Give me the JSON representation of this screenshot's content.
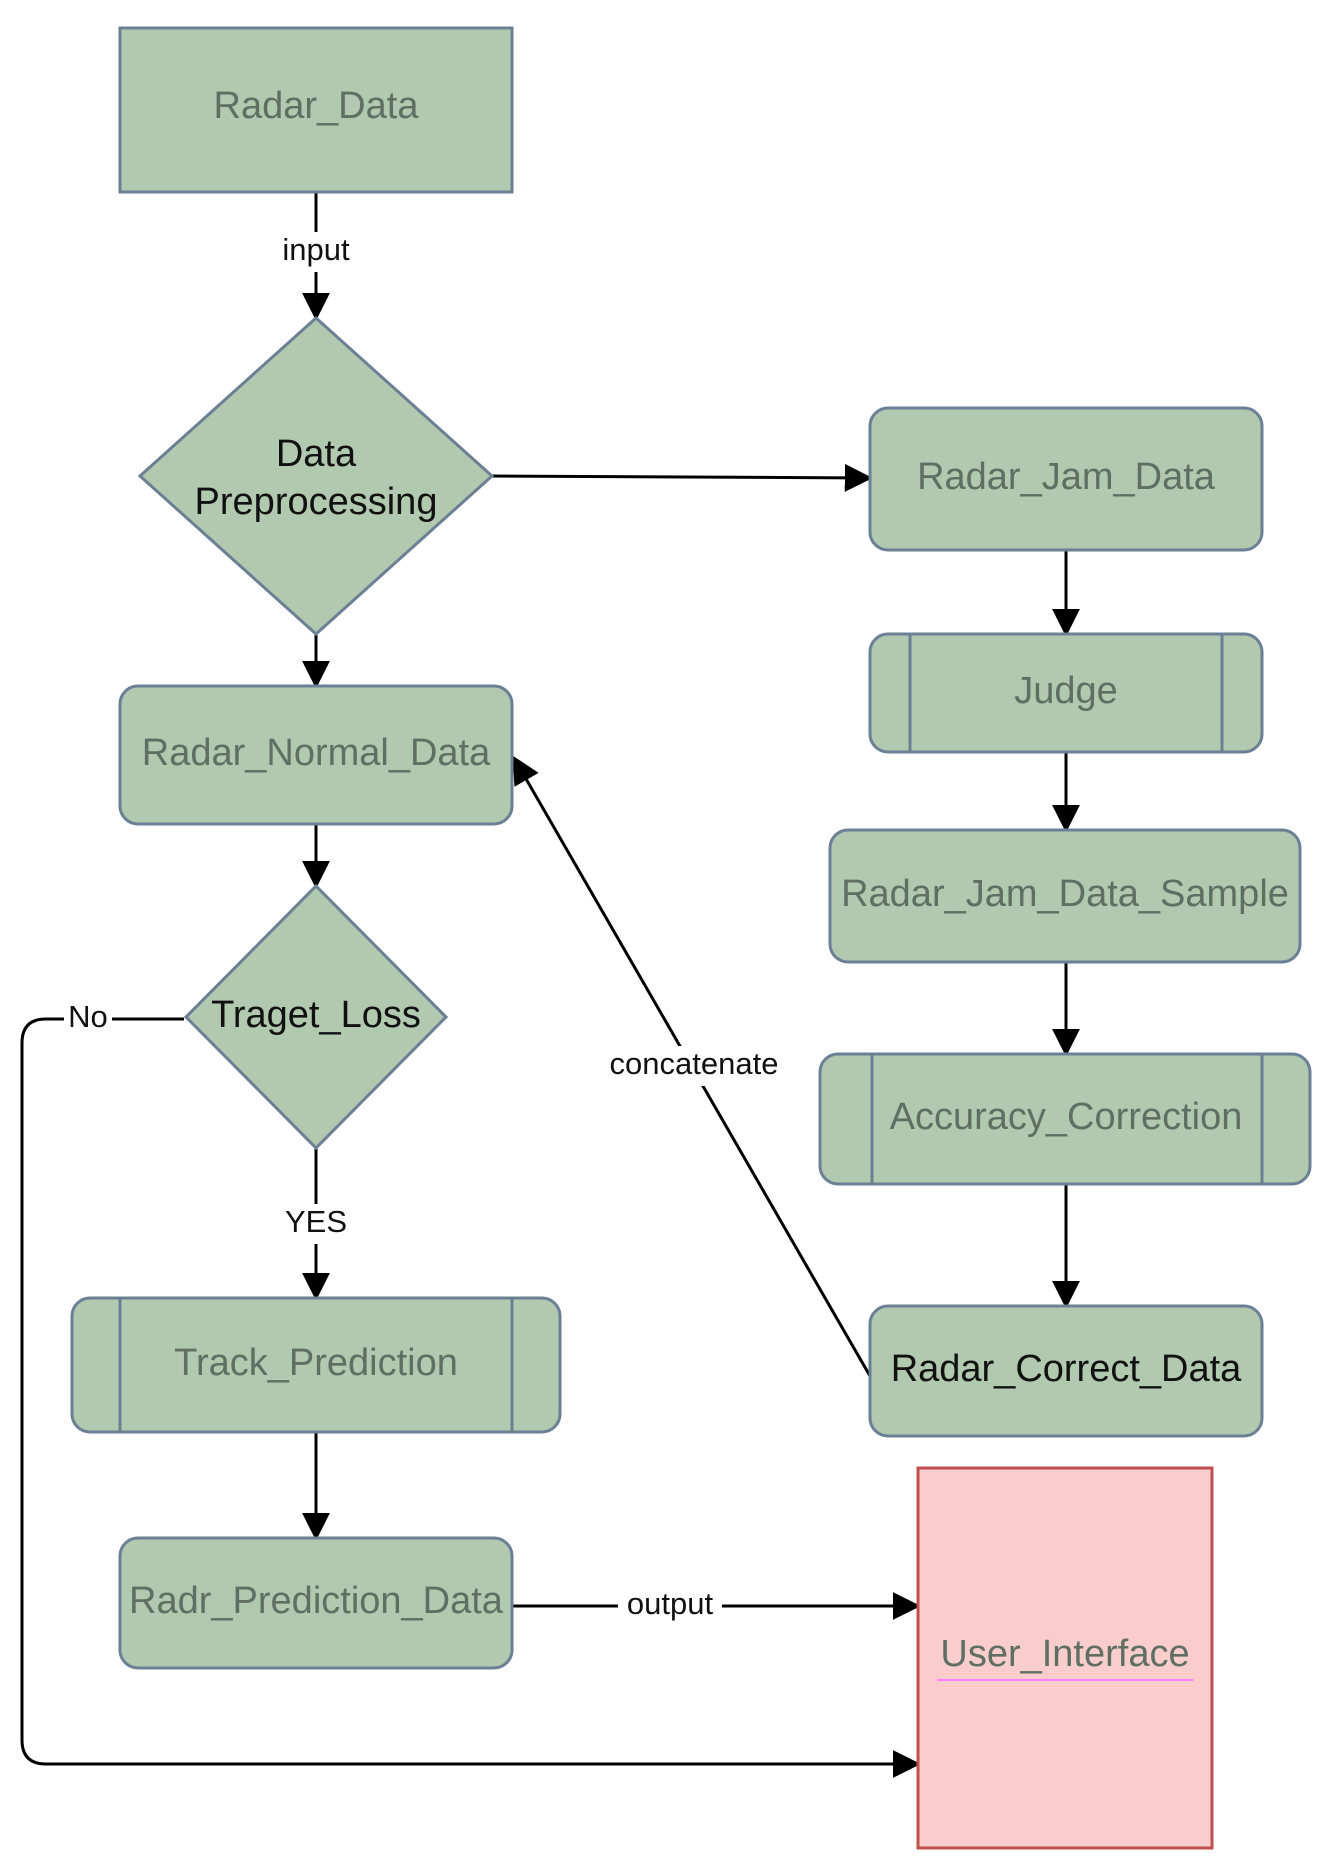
{
  "colors": {
    "node_fill": "#b1c9ae",
    "node_stroke": "#6b7f95",
    "ui_fill": "#f8cdcc",
    "ui_stroke": "#c0504d",
    "edge": "#000000",
    "underline": "#ff7fff"
  },
  "nodes": {
    "radar_data": "Radar_Data",
    "data_preprocessing_line1": "Data",
    "data_preprocessing_line2": "Preprocessing",
    "radar_jam_data": "Radar_Jam_Data",
    "judge": "Judge",
    "radar_normal_data": "Radar_Normal_Data",
    "radar_jam_data_sample": "Radar_Jam_Data_Sample",
    "traget_loss": "Traget_Loss",
    "accuracy_correction": "Accuracy_Correction",
    "track_prediction": "Track_Prediction",
    "radar_correct_data": "Radar_Correct_Data",
    "radr_prediction_data": "Radr_Prediction_Data",
    "user_interface": "User_Interface"
  },
  "edges": {
    "input": "input",
    "no": "No",
    "concatenate": "concatenate",
    "yes": "YES",
    "output": "output"
  }
}
